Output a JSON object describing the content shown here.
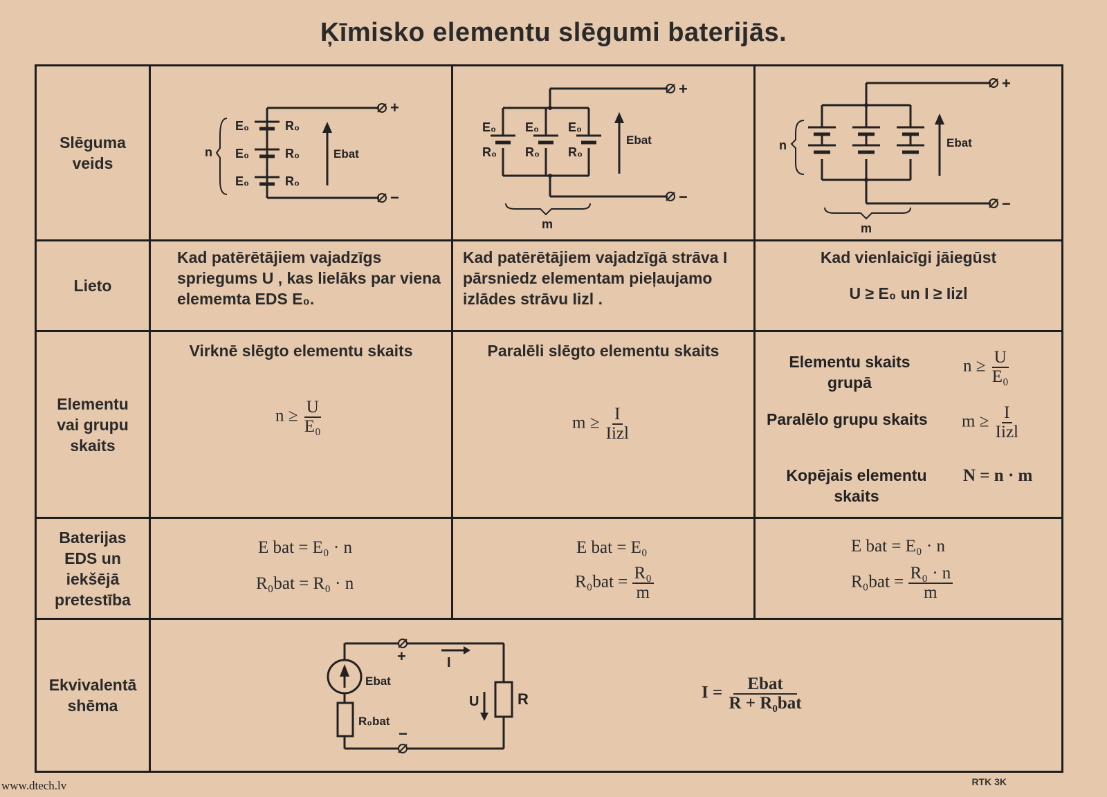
{
  "title": "Ķīmisko elementu slēgumi baterijās.",
  "row_labels": {
    "connection_type": "Slēguma veids",
    "usage": "Lieto",
    "element_count": "Elementu vai grupu skaits",
    "battery_emf": "Baterijas EDS un iekšējā pretestība",
    "equivalent": "Ekvivalentā shēma"
  },
  "usage": {
    "series": "Kad patērētājiem vajadzīgs spriegums U , kas lielāks par viena elememta EDS E₀.",
    "parallel": "Kad patērētājiem vajadzīgā strāva I pārsniedz elementam pieļaujamo izlādes strāvu Iizl .",
    "mixed_line1": "Kad vienlaicīgi jāiegūst",
    "mixed_line2": "U ≥ E₀ un I ≥ Iizl"
  },
  "counts": {
    "series_title": "Virknē slēgto elementu skaits",
    "parallel_title": "Paralēli slēgto elementu skaits",
    "series_lhs": "n ≥",
    "series_num": "U",
    "series_den": "E₀",
    "parallel_lhs": "m ≥",
    "parallel_num": "I",
    "parallel_den": "Iizl",
    "mixed_group_label": "Elementu skaits grupā",
    "mixed_group_lhs": "n ≥",
    "mixed_group_num": "U",
    "mixed_group_den": "E₀",
    "mixed_parallel_label": "Paralēlo grupu skaits",
    "mixed_parallel_lhs": "m ≥",
    "mixed_parallel_num": "I",
    "mixed_parallel_den": "Iizl",
    "mixed_total_label": "Kopējais elementu skaits",
    "mixed_total_formula": "N = n · m"
  },
  "emf": {
    "series_e": "E bat = E₀ · n",
    "series_r": "R₀bat = R₀ · n",
    "parallel_e": "E bat = E₀",
    "parallel_r_lhs": "R₀bat =",
    "parallel_r_num": "R₀",
    "parallel_r_den": "m",
    "mixed_e": "E bat = E₀ · n",
    "mixed_r_lhs": "R₀bat =",
    "mixed_r_num": "R₀ · n",
    "mixed_r_den": "m"
  },
  "diagram_labels": {
    "e0": "E₀",
    "r0": "R₀",
    "ebat": "Ebat",
    "n": "n",
    "m": "m",
    "plus": "+",
    "minus": "−",
    "i": "I",
    "u": "U",
    "r": "R",
    "r0bat": "R₀bat"
  },
  "equivalent": {
    "formula_lhs": "I =",
    "formula_num": "Ebat",
    "formula_den": "R + R₀bat"
  },
  "footer": "www.dtech.lv",
  "corner_mark": "RTK 3K"
}
